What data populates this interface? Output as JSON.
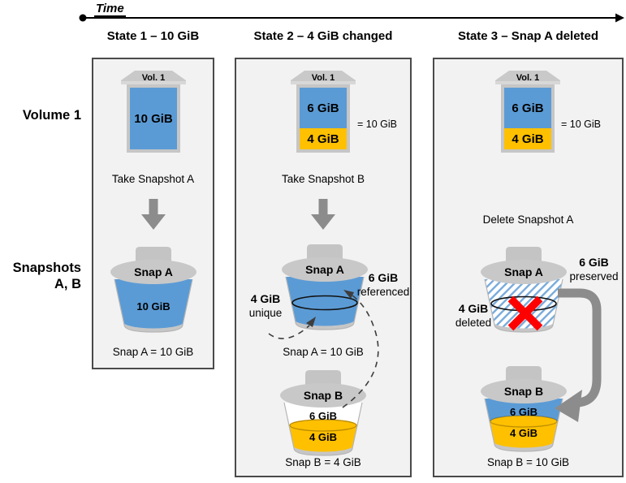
{
  "colors": {
    "blue": "#5B9BD5",
    "gold": "#FFC000",
    "arrow_gray": "#8C8C8C",
    "red_x": "#FF0000",
    "panel_bg": "#F2F2F2",
    "hatch_blue": "#78ABDC"
  },
  "timeline": {
    "label": "Time"
  },
  "row_labels": {
    "volume": "Volume 1",
    "snapshots_line1": "Snapshots",
    "snapshots_line2": "A, B"
  },
  "state1": {
    "title": "State 1 – 10 GiB",
    "volume_cap": "Vol. 1",
    "volume_value": "10 GiB",
    "action": "Take Snapshot A",
    "snap_a": {
      "name": "Snap A",
      "value": "10 GiB",
      "caption": "Snap A = 10 GiB"
    }
  },
  "state2": {
    "title": "State 2 – 4 GiB changed",
    "volume_cap": "Vol. 1",
    "volume_top": "6 GiB",
    "volume_bottom": "4 GiB",
    "volume_total": "= 10 GiB",
    "action": "Take Snapshot B",
    "snap_a": {
      "name": "Snap A",
      "caption": "Snap A = 10 GiB",
      "left_value": "4 GiB",
      "left_word": "unique",
      "right_value": "6 GiB",
      "right_word": "referenced"
    },
    "snap_b": {
      "name": "Snap B",
      "top": "6 GiB",
      "bottom": "4 GiB",
      "caption": "Snap B = 4 GiB"
    }
  },
  "state3": {
    "title": "State 3 – Snap A deleted",
    "volume_cap": "Vol. 1",
    "volume_top": "6 GiB",
    "volume_bottom": "4 GiB",
    "volume_total": "= 10 GiB",
    "action": "Delete Snapshot A",
    "snap_a": {
      "name": "Snap A",
      "left_value": "4 GiB",
      "left_word": "deleted",
      "right_value": "6 GiB",
      "right_word": "preserved"
    },
    "snap_b": {
      "name": "Snap B",
      "top": "6 GiB",
      "bottom": "4 GiB",
      "caption": "Snap B = 10 GiB"
    }
  }
}
